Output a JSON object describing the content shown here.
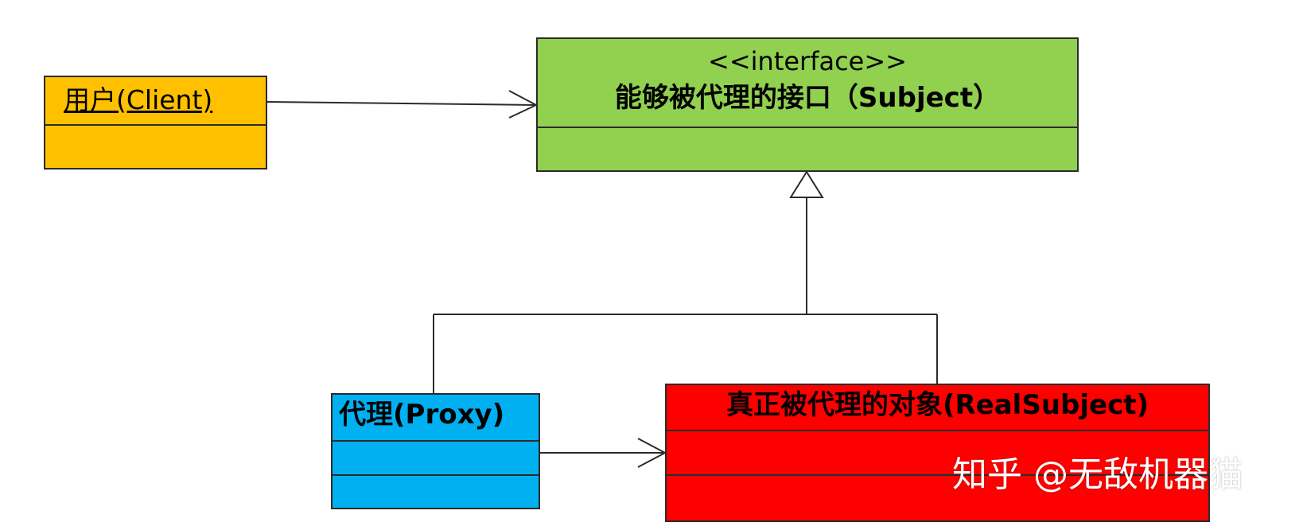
{
  "colors": {
    "client_fill": "#FFC000",
    "subject_fill": "#92D050",
    "proxy_fill": "#00B0F0",
    "real_subject_fill": "#FF0000",
    "line": "#2b2b2b"
  },
  "client": {
    "title": "用户(Client)"
  },
  "subject": {
    "stereotype": "<<interface>>",
    "title": "能够被代理的接口（Subject）"
  },
  "proxy": {
    "title": "代理(Proxy)"
  },
  "real_subject": {
    "title": "真正被代理的对象(RealSubject)"
  },
  "relations": [
    {
      "from": "client",
      "to": "subject",
      "kind": "association"
    },
    {
      "from": "proxy",
      "to": "subject",
      "kind": "realization"
    },
    {
      "from": "real_subject",
      "to": "subject",
      "kind": "realization"
    },
    {
      "from": "proxy",
      "to": "real_subject",
      "kind": "association"
    }
  ],
  "watermark": {
    "text": "知乎 @无敌机器猫"
  }
}
